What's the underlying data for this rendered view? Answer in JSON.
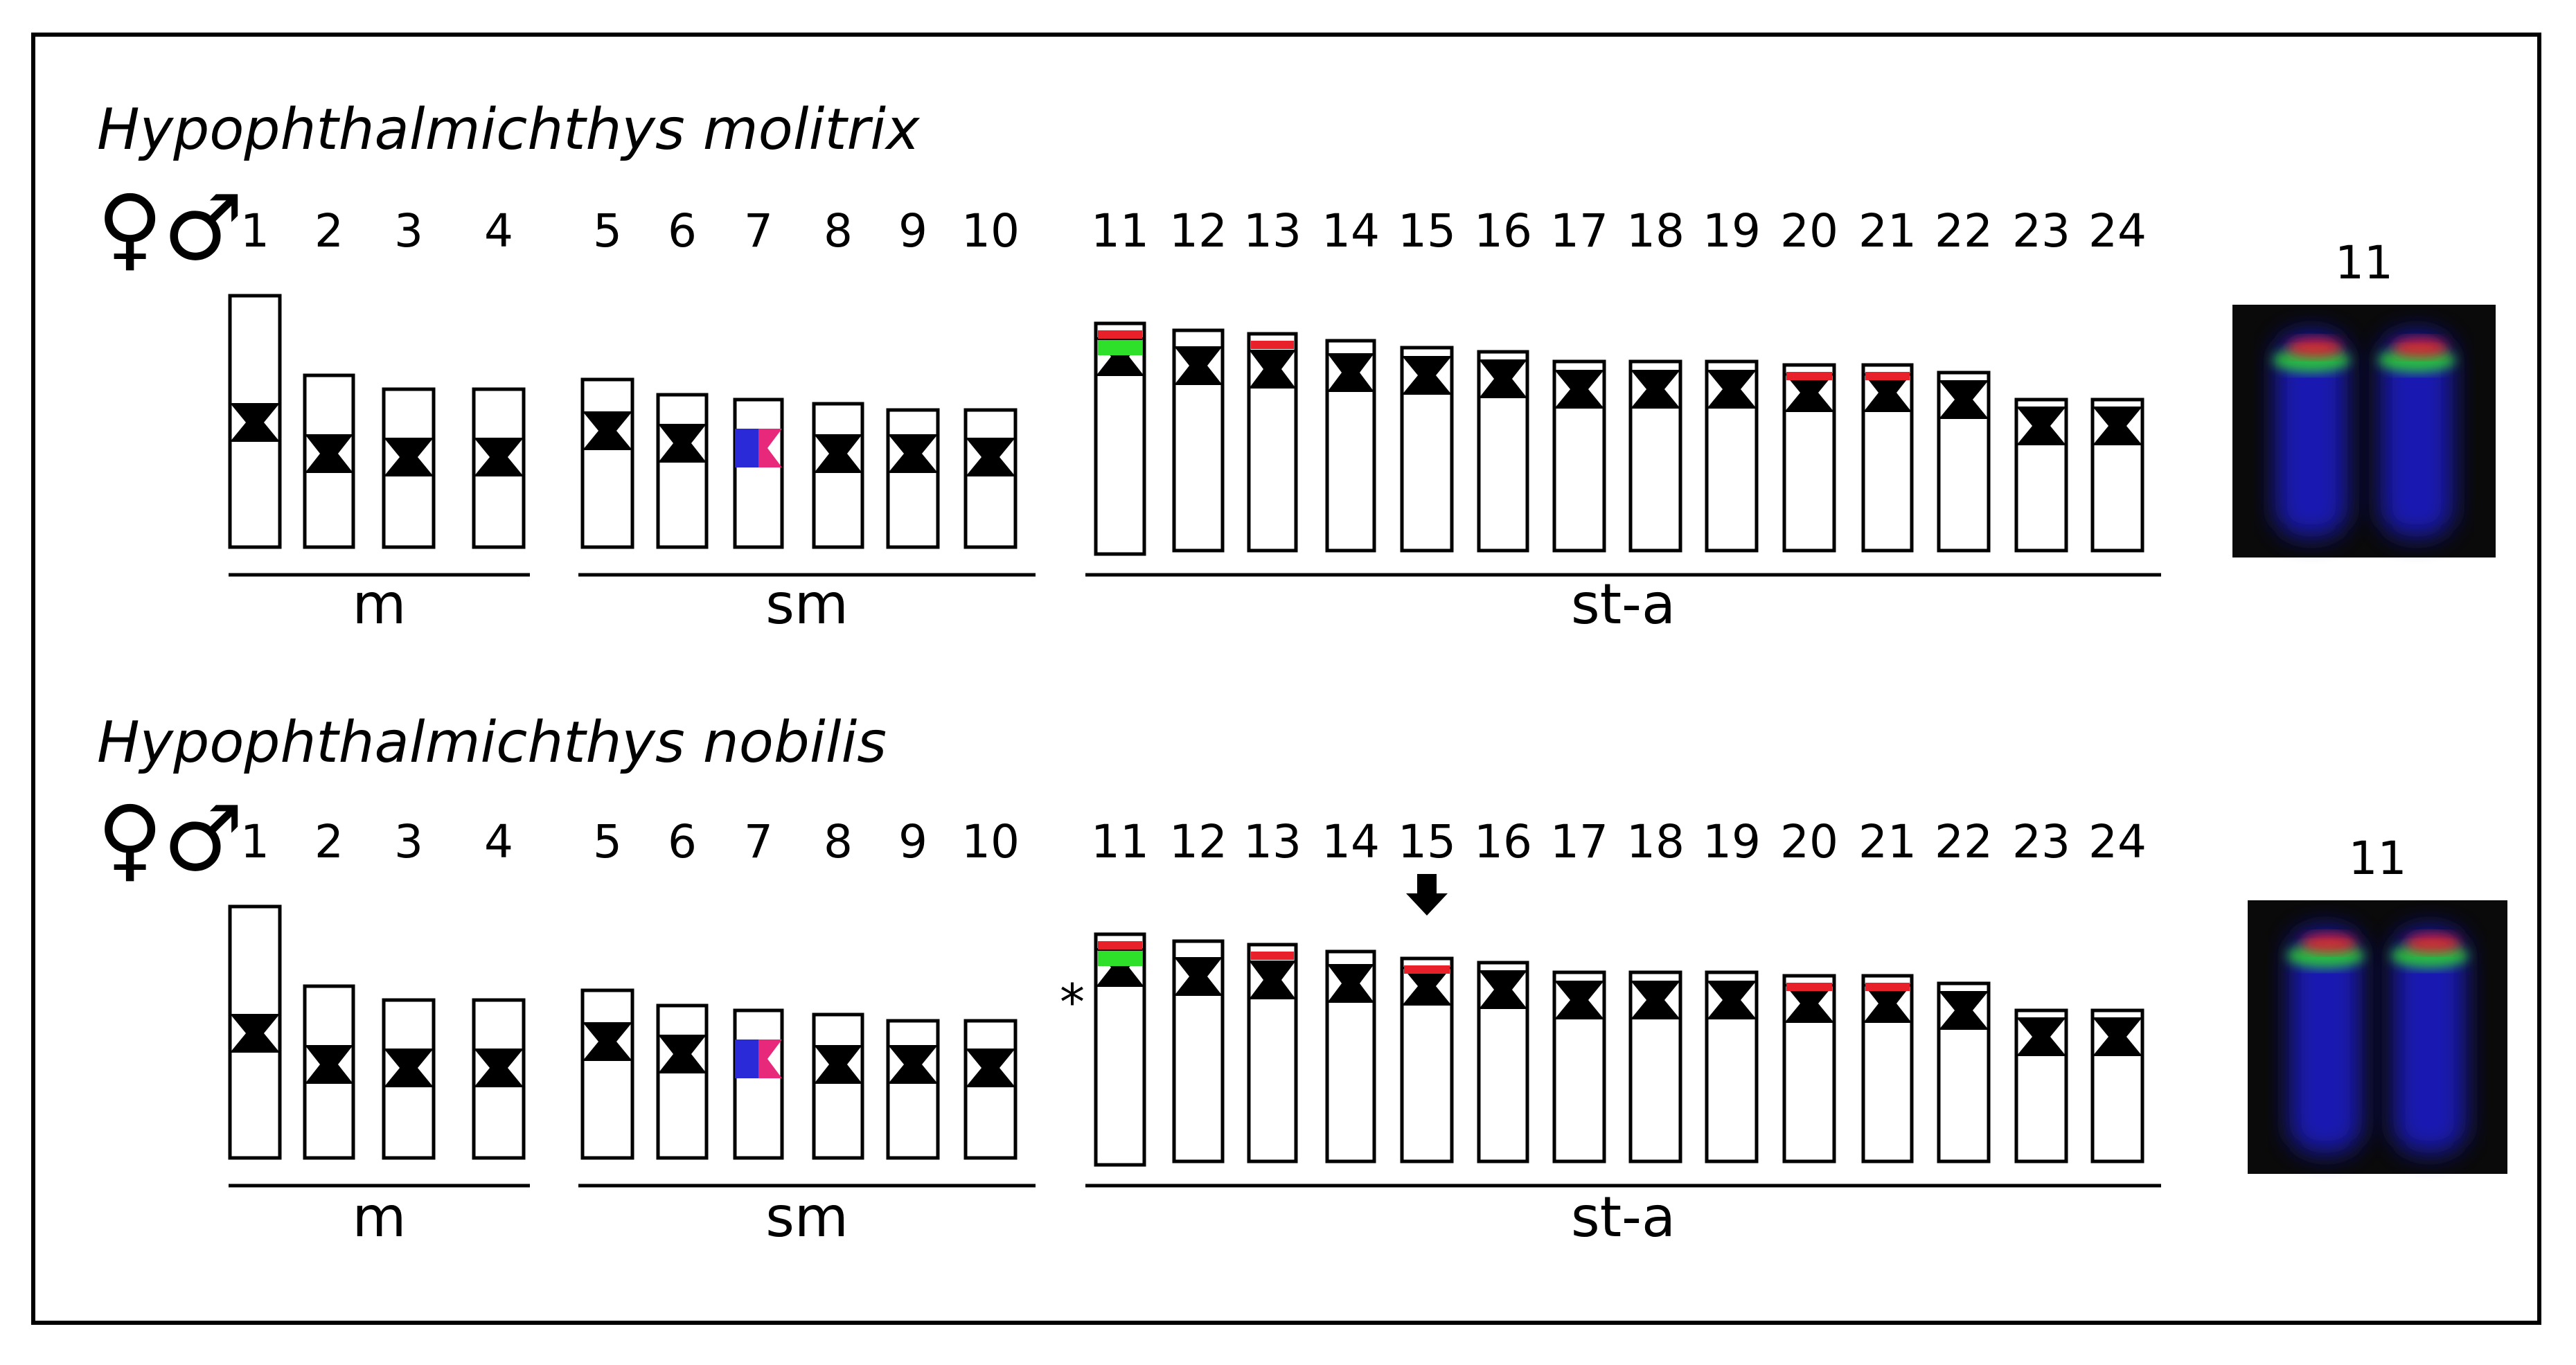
{
  "panels": [
    {
      "species": "Hypophthalmichthys molitrix",
      "sex_symbols": "♀♂",
      "chromosome_numbers": [
        "1",
        "2",
        "3",
        "4",
        "5",
        "6",
        "7",
        "8",
        "9",
        "10",
        "11",
        "12",
        "13",
        "14",
        "15",
        "16",
        "17",
        "18",
        "19",
        "20",
        "21",
        "22",
        "23",
        "24"
      ],
      "groups": [
        {
          "label": "m",
          "from": 1,
          "to": 4
        },
        {
          "label": "sm",
          "from": 5,
          "to": 10
        },
        {
          "label": "st-a",
          "from": 11,
          "to": 24
        }
      ],
      "red_signal_chromosomes": [
        11,
        13,
        20,
        21
      ],
      "green_signal_chromosomes": [
        11
      ],
      "blue_red_centromere_chromosome": 7,
      "marked_chromosome": null,
      "asterisk": null,
      "inset_label": "11"
    },
    {
      "species": "Hypophthalmichthys nobilis",
      "sex_symbols": "♀♂",
      "chromosome_numbers": [
        "1",
        "2",
        "3",
        "4",
        "5",
        "6",
        "7",
        "8",
        "9",
        "10",
        "11",
        "12",
        "13",
        "14",
        "15",
        "16",
        "17",
        "18",
        "19",
        "20",
        "21",
        "22",
        "23",
        "24"
      ],
      "groups": [
        {
          "label": "m",
          "from": 1,
          "to": 4
        },
        {
          "label": "sm",
          "from": 5,
          "to": 10
        },
        {
          "label": "st-a",
          "from": 11,
          "to": 24
        }
      ],
      "red_signal_chromosomes": [
        11,
        13,
        15,
        20,
        21
      ],
      "green_signal_chromosomes": [
        11
      ],
      "blue_red_centromere_chromosome": 7,
      "marked_chromosome": 15,
      "asterisk": "*",
      "inset_label": "11"
    }
  ],
  "colors": {
    "signal_red": "#e8202a",
    "signal_green": "#2fe02a",
    "centromere_blue": "#2a2ad8",
    "centromere_pink": "#e8287a",
    "fish_background": "#0a0a0a",
    "dapi_blue": "#1a1ad0"
  }
}
